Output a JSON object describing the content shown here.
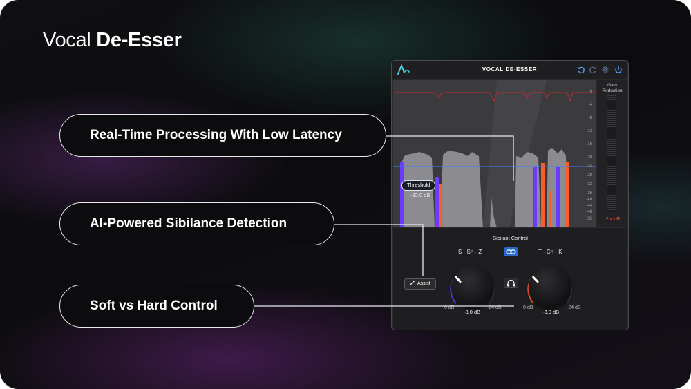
{
  "brand": {
    "light": "Vocal",
    "bold": "De-Esser"
  },
  "features": [
    {
      "label": "Real-Time Processing With Low Latency"
    },
    {
      "label": "AI-Powered Sibilance Detection"
    },
    {
      "label": "Soft vs Hard Control"
    }
  ],
  "plugin": {
    "title": "VOCAL DE-ESSER",
    "icons": [
      "app-logo-icon",
      "undo-icon",
      "redo-icon",
      "settings-icon",
      "power-icon"
    ],
    "meter": {
      "label_line1": "Gain",
      "label_line2": "Reduction",
      "value": "-2.4 dB",
      "scale": [
        "0",
        "-4",
        "-8",
        "-12",
        "-16",
        "-20",
        "-24",
        "-28",
        "-32",
        "-36",
        "-40",
        "-44",
        "-48",
        "-52"
      ]
    },
    "threshold": {
      "label": "Threshold",
      "value": "-32.0 dB"
    },
    "sibilant_control": {
      "title": "Sibilant Control"
    },
    "knob_left": {
      "label": "S - Sh - Z",
      "min": "0 dB",
      "max": "-24 dB",
      "value": "-8.0 dB"
    },
    "knob_right": {
      "label": "T - Ch - K",
      "min": "0 dB",
      "max": "-24 dB",
      "value": "-8.0 dB"
    },
    "assist_label": "Assist"
  },
  "colors": {
    "accent_blue": "#2a69c9",
    "waveform_purple": "#6a3cff",
    "waveform_orange": "#ff5a2a",
    "gain_red": "#ff4a3a"
  }
}
